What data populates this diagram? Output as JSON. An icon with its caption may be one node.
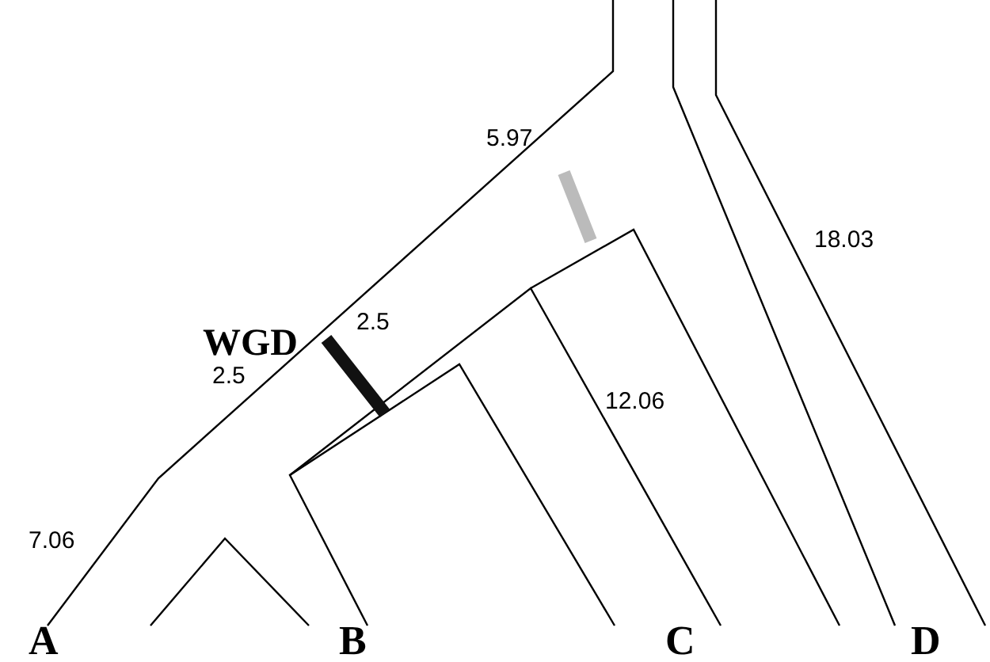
{
  "diagram": {
    "labels": [
      "5.97",
      "18.03",
      "WGD",
      "2.5",
      "2.5",
      "12.06",
      "7.06",
      "A",
      "B",
      "C",
      "D"
    ]
  }
}
